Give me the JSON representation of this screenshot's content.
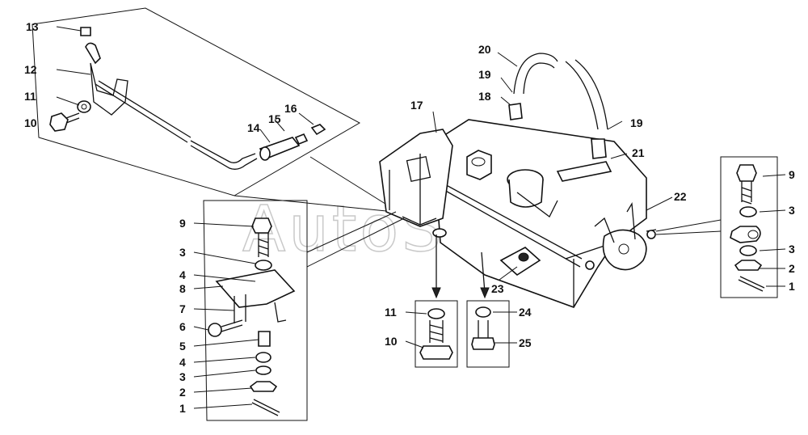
{
  "watermark": "AutoSoft",
  "callouts": {
    "top_left": [
      "13",
      "12",
      "11",
      "10",
      "14",
      "15",
      "16"
    ],
    "tank": [
      "17",
      "18",
      "19",
      "20",
      "19",
      "21",
      "22",
      "23"
    ],
    "left_box": [
      "9",
      "3",
      "4",
      "8",
      "7",
      "6",
      "5",
      "4",
      "3",
      "2",
      "1"
    ],
    "center_box_a": [
      "11",
      "10"
    ],
    "center_box_b": [
      "24",
      "25"
    ],
    "right_box": [
      "9",
      "3",
      "3",
      "2",
      "1"
    ]
  }
}
